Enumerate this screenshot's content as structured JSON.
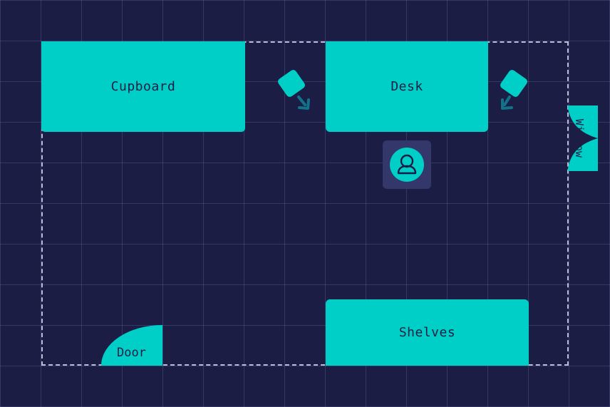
{
  "furniture": {
    "cupboard": "Cupboard",
    "desk": "Desk",
    "shelves": "Shelves"
  },
  "door": {
    "label": "Door"
  },
  "window": {
    "label": "Window"
  },
  "colors": {
    "background": "#1c1d44",
    "grid": "#3b3f78",
    "furniture": "#00cfc8",
    "camera_arrow": "#11738a",
    "room_border": "#b9bcd6",
    "person_tile": "#34376a"
  },
  "icons": {
    "camera": "camera-icon",
    "person": "person-icon"
  }
}
